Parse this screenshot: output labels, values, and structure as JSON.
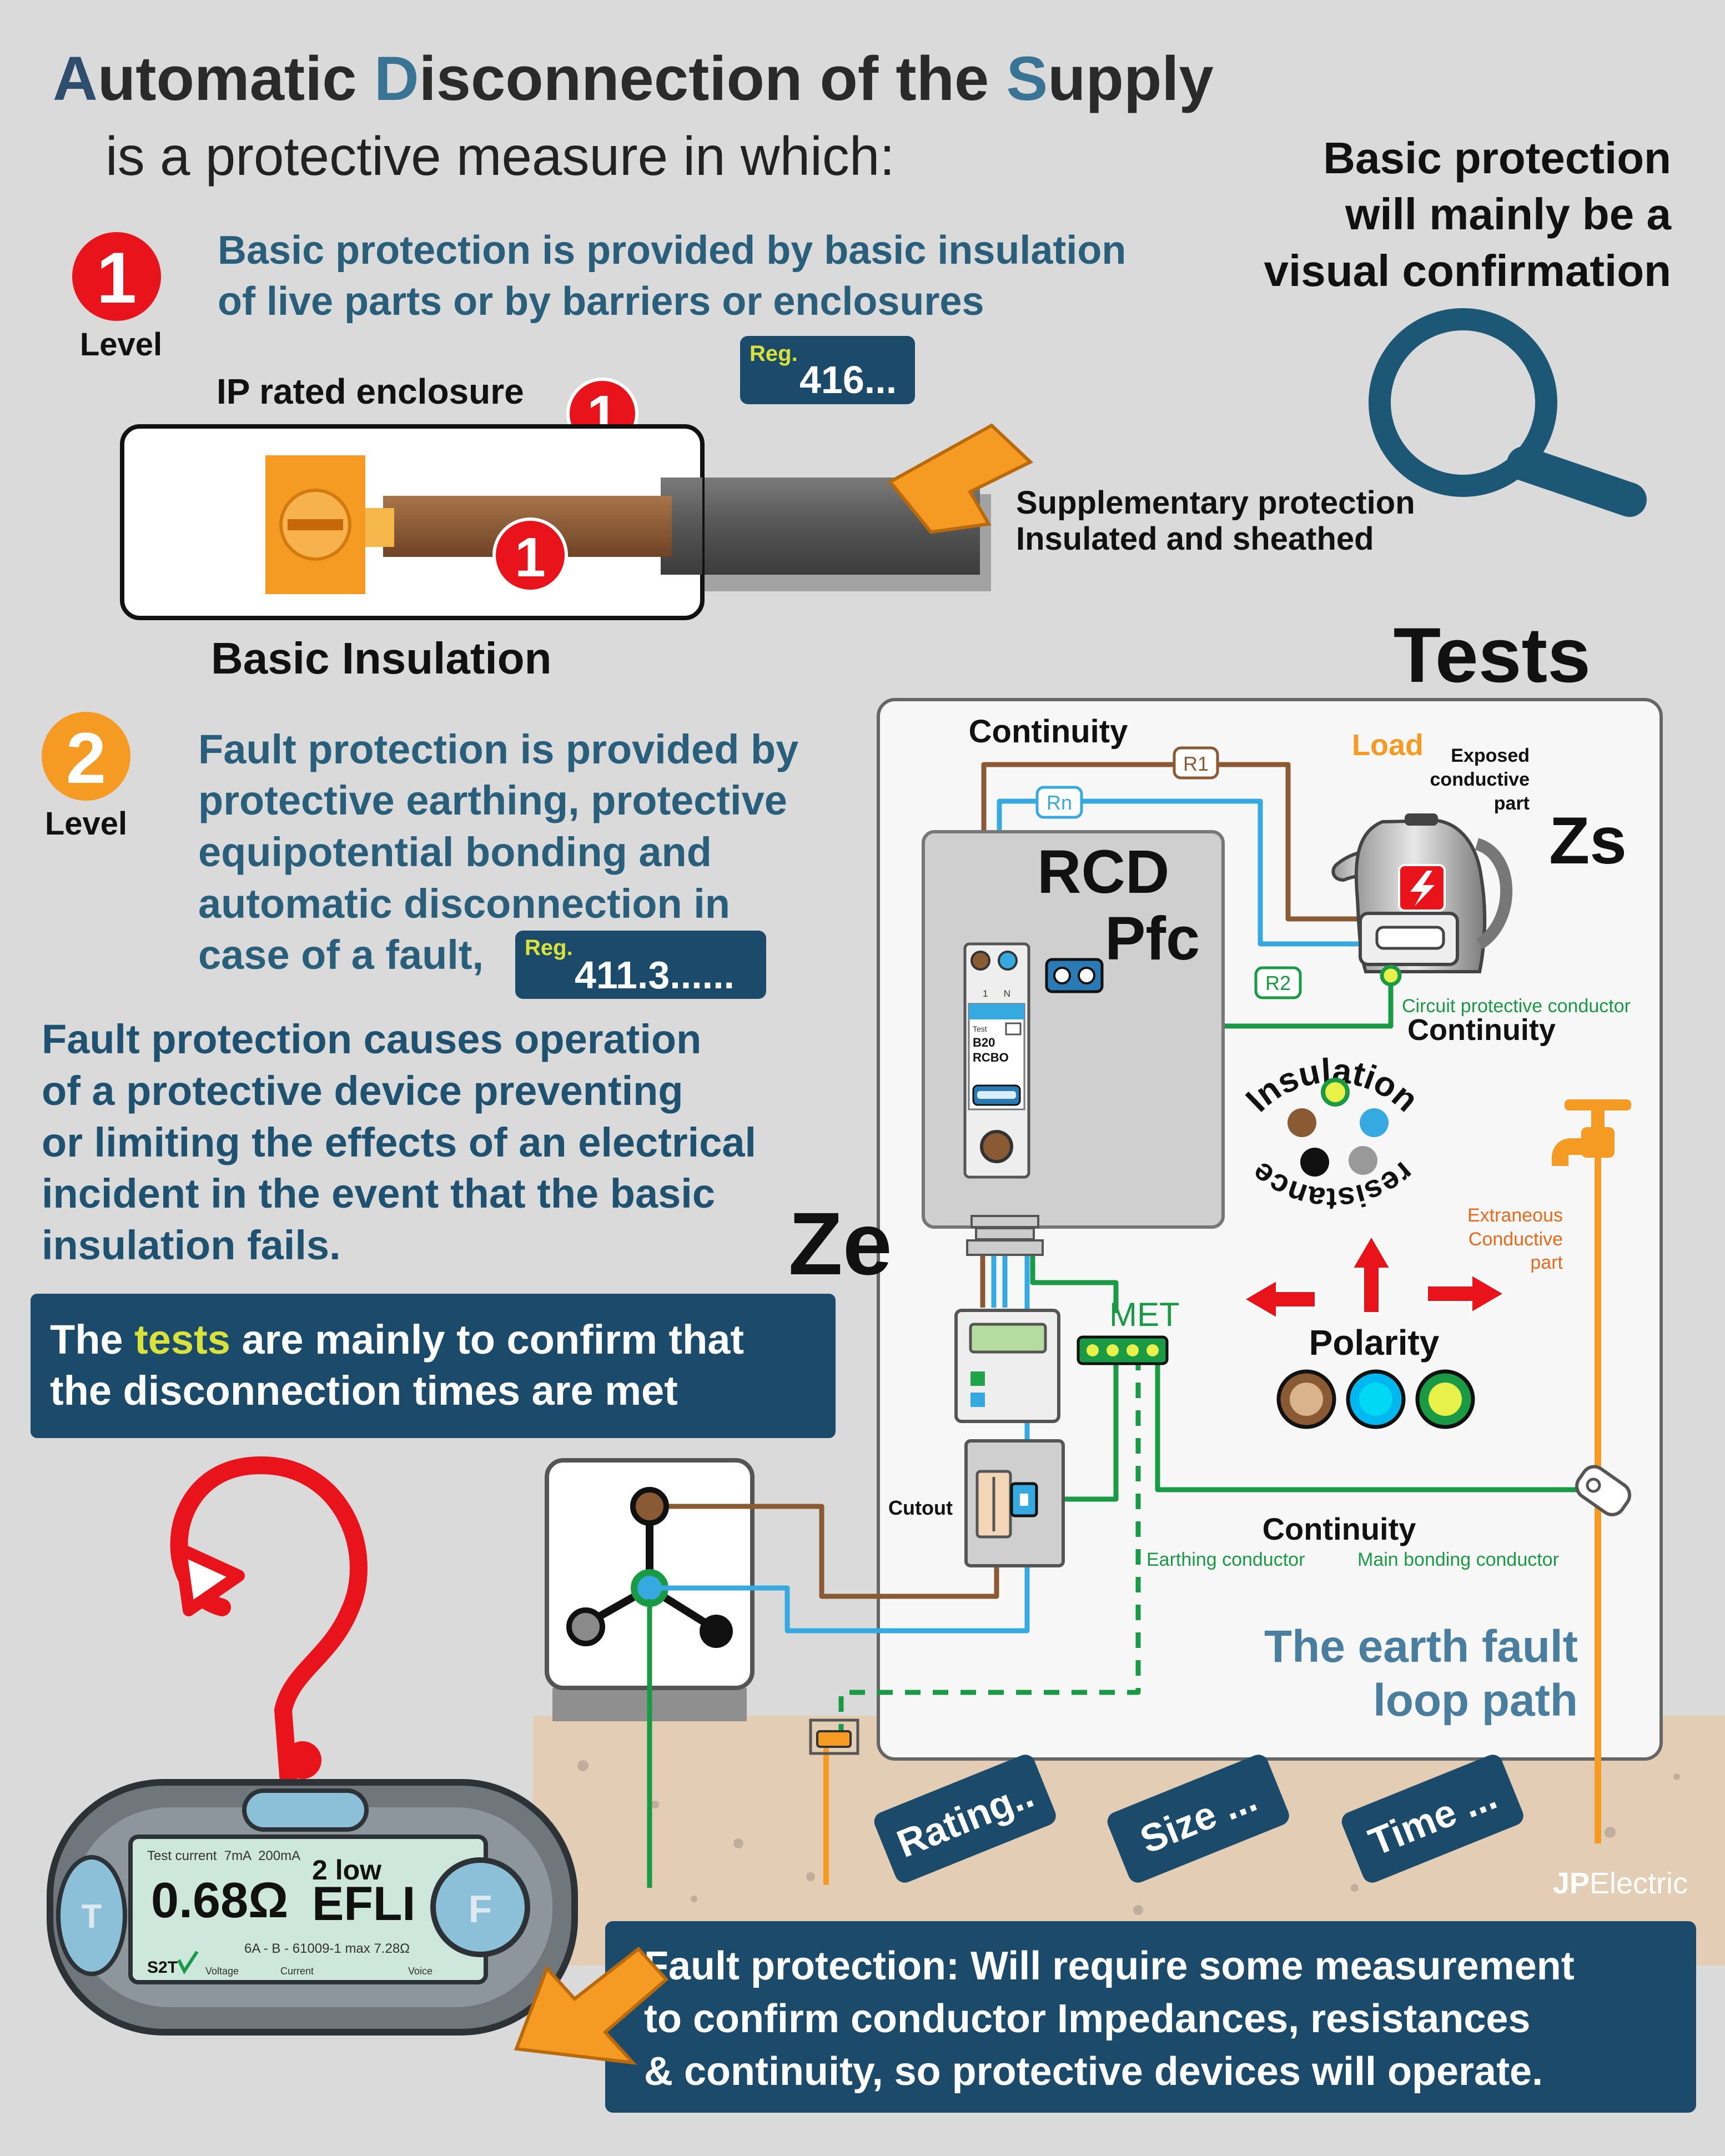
{
  "title": {
    "word1_first": "A",
    "word1_rest": "utomatic ",
    "word2_first": "D",
    "word2_rest": "isconnection of the ",
    "word3_first": "S",
    "word3_rest": "upply",
    "subtitle": "is a protective measure in which:"
  },
  "level1": {
    "number": "1",
    "level_label": "Level",
    "text_line1": "Basic protection is provided by basic insulation",
    "text_line2": "of live parts or by barriers or enclosures",
    "reg_label": "Reg.",
    "reg_value": "416...",
    "enclosure_label": "IP rated enclosure",
    "marker": "1",
    "supplementary_line1": "Supplementary protection",
    "supplementary_line2": "Insulated and sheathed",
    "insulation_label": "Basic Insulation"
  },
  "visual_note": {
    "line1": "Basic protection",
    "line2": "will mainly be a",
    "line3": "visual confirmation"
  },
  "level2": {
    "number": "2",
    "level_label": "Level",
    "lines": [
      "Fault protection is provided by",
      "protective earthing, protective",
      "equipotential bonding and",
      "automatic disconnection in",
      "case of a fault,"
    ],
    "reg_label": "Reg.",
    "reg_value": "411.3......"
  },
  "fault_paragraph": [
    "Fault protection causes operation",
    "of a protective device preventing",
    "or limiting the effects of an electrical",
    "incident in the event that the basic",
    "insulation fails."
  ],
  "tests_box": {
    "part1": "The ",
    "highlight": "tests",
    "part2": " are mainly to confirm that",
    "line2": "the disconnection times are met"
  },
  "diagram": {
    "tests_heading": "Tests",
    "continuity_top": "Continuity",
    "r1": "R1",
    "rn": "Rn",
    "r2": "R2",
    "load": "Load",
    "exposed_line1": "Exposed",
    "exposed_line2": "conductive",
    "exposed_line3": "part",
    "zs": "Zs",
    "rcd": "RCD",
    "pfc": "Pfc",
    "rcbo_terms": "1      N",
    "rcbo_test": "Test",
    "rcbo_rating": "B20",
    "rcbo_type": "RCBO",
    "cpc_label": "Circuit protective conductor",
    "continuity_cpc": "Continuity",
    "insulation_word": "Insulation",
    "resistance_word": "resistance",
    "ze": "Ze",
    "met": "MET",
    "polarity": "Polarity",
    "extraneous_line1": "Extraneous",
    "extraneous_line2": "Conductive",
    "extraneous_line3": "part",
    "cutout": "Cutout",
    "continuity_bottom": "Continuity",
    "earthing_conductor": "Earthing conductor",
    "main_bonding": "Main bonding conductor",
    "loop_line1": "The earth fault",
    "loop_line2": "loop path",
    "tags": [
      "Rating..",
      "Size ...",
      "Time ..."
    ],
    "credit_bold": "JP",
    "credit_rest": "Electric"
  },
  "meter": {
    "test_current": "Test current  7mA  200mA",
    "reading": "0.68Ω",
    "mode_line1": "2 low",
    "mode_line2": "EFLI",
    "spec": "6A - B - 61009-1 max 7.28Ω",
    "brand": "S2T",
    "voltage": "Voltage",
    "current": "Current",
    "voice": "Voice",
    "btn_t": "T",
    "btn_f": "F"
  },
  "bottom_box": [
    "Fault protection: Will require some measurement",
    "to confirm conductor Impedances, resistances",
    "& continuity, so protective devices will operate."
  ],
  "colors": {
    "navy": "#1b4a6b",
    "teal_text": "#2a5f7c",
    "title_dark": "#2f4e6e",
    "title_accent": "#3a7494",
    "red": "#e8131b",
    "orange": "#f59a23",
    "brown": "#8a5a35",
    "blue": "#36a9e1",
    "green": "#1a9a45",
    "yellow_text": "#d8e23a"
  }
}
